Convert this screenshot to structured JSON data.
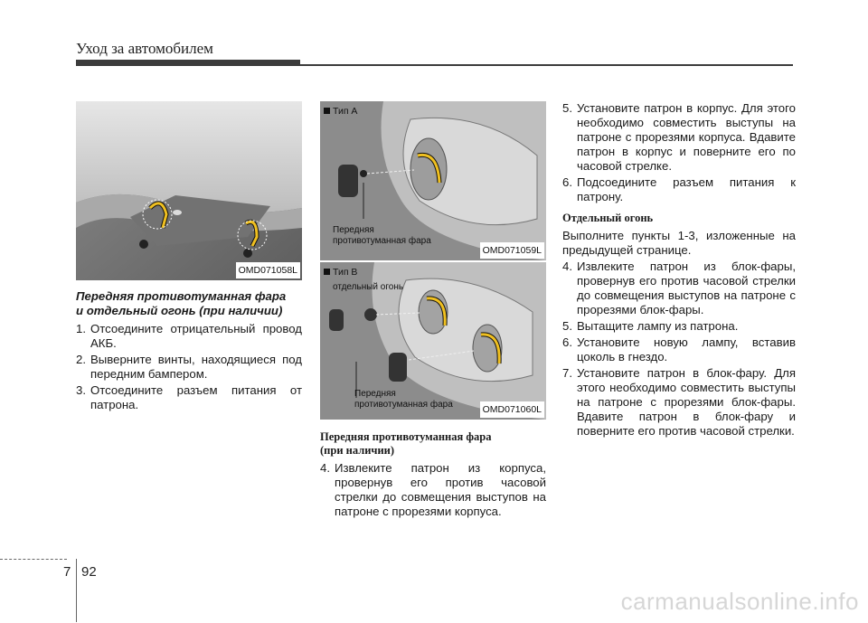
{
  "header": {
    "title": "Уход за автомобилем"
  },
  "figures": {
    "fig1": {
      "code": "OMD071058L"
    },
    "fig2": {
      "code": "OMD071059L",
      "tag": "Тип A",
      "label_line1": "Передняя",
      "label_line2": "противотуманная фара"
    },
    "fig3": {
      "code": "OMD071060L",
      "tag": "Тип B",
      "label_top": "отдельный огонь",
      "label_line1": "Передняя",
      "label_line2": "противотуманная фара"
    }
  },
  "col1": {
    "heading_line1": "Передняя противотуманная фара",
    "heading_line2": "и отдельный огонь (при наличии)",
    "steps": [
      {
        "num": "1.",
        "text": "Отсоедините отрицательный провод АКБ."
      },
      {
        "num": "2.",
        "text": "Выверните винты, находящиеся под передним бампером."
      },
      {
        "num": "3.",
        "text": "Отсоедините разъем питания от патрона."
      }
    ]
  },
  "col2": {
    "heading_line1": "Передняя противотуманная фара",
    "heading_line2": "(при наличии)",
    "steps": [
      {
        "num": "4.",
        "text": "Извлеките патрон из корпуса, провернув его против часовой стрелки до совмещения выступов на патроне с прорезями корпуса."
      }
    ]
  },
  "col3": {
    "steps_a": [
      {
        "num": "5.",
        "text": "Установите патрон в корпус. Для этого необходимо совместить выступы на патроне с прорезями корпуса. Вдавите патрон в корпус и поверните его по часовой стрелке."
      },
      {
        "num": "6.",
        "text": "Подсоедините разъем питания к патрону."
      }
    ],
    "heading": "Отдельный огонь",
    "intro": "Выполните пункты 1-3, изложенные на предыдущей странице.",
    "steps_b": [
      {
        "num": "4.",
        "text": "Извлеките патрон из блок-фары, провернув его против часовой стрелки до совмещения выступов на патроне с прорезями блок-фары."
      },
      {
        "num": "5.",
        "text": "Вытащите лампу из патрона."
      },
      {
        "num": "6.",
        "text": "Установите новую лампу, вставив цоколь в гнездо."
      },
      {
        "num": "7.",
        "text": "Установите патрон в блок-фару. Для этого необходимо совместить выступы на патроне с прорезями блок-фары. Вдавите патрон в блок-фару и поверните его против часовой стрелки."
      }
    ]
  },
  "footer": {
    "chapter": "7",
    "page": "92",
    "watermark": "carmanualsonline.info"
  }
}
